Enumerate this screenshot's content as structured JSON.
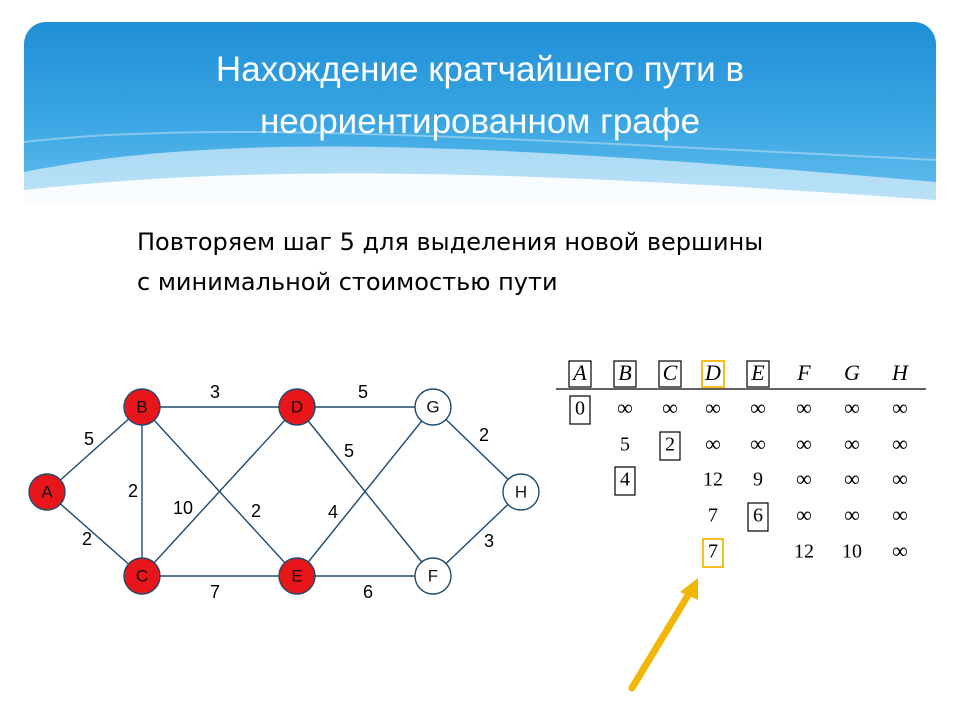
{
  "title": {
    "line1": "Нахождение кратчайшего пути в",
    "line2": "неориентированном графе"
  },
  "subtitle": {
    "line1": "Повторяем шаг 5 для выделения новой вершины",
    "line2": "с минимальной стоимостью пути"
  },
  "colors": {
    "selected_node": "#e8151b",
    "edge": "#1f4a6e",
    "highlight": "#f2b705",
    "header": "#2b9be0"
  },
  "graph": {
    "nodes": [
      {
        "id": "A",
        "label": "A",
        "selected": true
      },
      {
        "id": "B",
        "label": "B",
        "selected": true
      },
      {
        "id": "C",
        "label": "C",
        "selected": true
      },
      {
        "id": "D",
        "label": "D",
        "selected": true
      },
      {
        "id": "E",
        "label": "E",
        "selected": true
      },
      {
        "id": "F",
        "label": "F",
        "selected": false
      },
      {
        "id": "G",
        "label": "G",
        "selected": false
      },
      {
        "id": "H",
        "label": "H",
        "selected": false
      }
    ],
    "edges": [
      {
        "from": "A",
        "to": "B",
        "weight": "5"
      },
      {
        "from": "A",
        "to": "C",
        "weight": "2"
      },
      {
        "from": "B",
        "to": "C",
        "weight": "2"
      },
      {
        "from": "B",
        "to": "D",
        "weight": "3"
      },
      {
        "from": "B",
        "to": "E",
        "weight": "2"
      },
      {
        "from": "C",
        "to": "D",
        "weight": "10"
      },
      {
        "from": "C",
        "to": "E",
        "weight": "7"
      },
      {
        "from": "D",
        "to": "G",
        "weight": "5"
      },
      {
        "from": "D",
        "to": "F",
        "weight": "5"
      },
      {
        "from": "E",
        "to": "G",
        "weight": "4"
      },
      {
        "from": "E",
        "to": "F",
        "weight": "6"
      },
      {
        "from": "G",
        "to": "H",
        "weight": "2"
      },
      {
        "from": "F",
        "to": "H",
        "weight": "3"
      }
    ]
  },
  "table": {
    "headers": [
      {
        "label": "A",
        "boxed": true
      },
      {
        "label": "B",
        "boxed": true
      },
      {
        "label": "C",
        "boxed": true
      },
      {
        "label": "D",
        "boxed": "highlight"
      },
      {
        "label": "E",
        "boxed": true
      },
      {
        "label": "F",
        "boxed": false
      },
      {
        "label": "G",
        "boxed": false
      },
      {
        "label": "H",
        "boxed": false
      }
    ],
    "rows": [
      [
        "0",
        "∞",
        "∞",
        "∞",
        "∞",
        "∞",
        "∞",
        "∞"
      ],
      [
        "",
        "5",
        "2",
        "∞",
        "∞",
        "∞",
        "∞",
        "∞"
      ],
      [
        "",
        "4",
        "",
        "12",
        "9",
        "∞",
        "∞",
        "∞"
      ],
      [
        "",
        "",
        "",
        "7",
        "6",
        "∞",
        "∞",
        "∞"
      ],
      [
        "",
        "",
        "",
        "7",
        "",
        "12",
        "10",
        "∞"
      ]
    ],
    "boxed_cells": [
      {
        "row": 0,
        "col": 0,
        "style": "black"
      },
      {
        "row": 1,
        "col": 2,
        "style": "black"
      },
      {
        "row": 2,
        "col": 1,
        "style": "black"
      },
      {
        "row": 3,
        "col": 4,
        "style": "black"
      },
      {
        "row": 4,
        "col": 3,
        "style": "highlight"
      }
    ]
  }
}
